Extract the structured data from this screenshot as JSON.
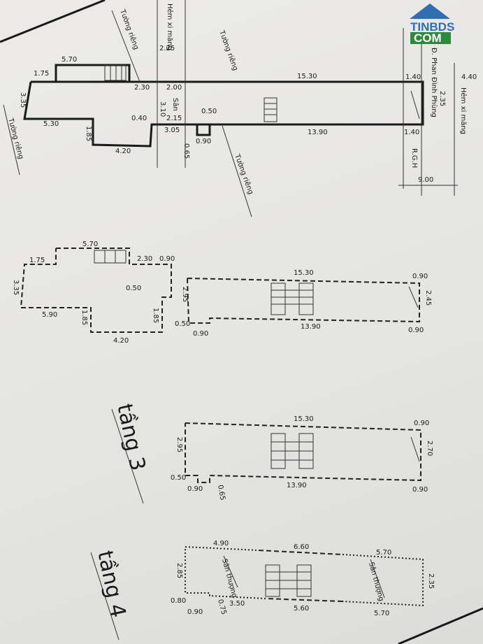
{
  "logo": {
    "line1": "TINBDS",
    "line2": "COM",
    "colors": {
      "house": "#2f6fb0",
      "tin": "#2f6fb0",
      "bds": "#2c8a3a",
      "com_bg": "#2c8a3a"
    }
  },
  "floor1": {
    "dims": [
      "5.70",
      "1.75",
      "3.35",
      "5.30",
      "1.85",
      "4.20",
      "2.30",
      "2.00",
      "3.10",
      "2.15",
      "3.05",
      "0.40",
      "0.90",
      "0.65",
      "0.50",
      "15.30",
      "13.90",
      "1.40",
      "1.40",
      "2.35",
      "4.40",
      "9.00",
      "2.25"
    ],
    "notes": {
      "wall_left": "Tường riêng",
      "wall_top1": "Tường riêng",
      "wall_top2": "Tường riêng",
      "wall_bottom": "Tường riêng",
      "alley_top": "Hẻm xi măng",
      "street": "Hẻm xi măng",
      "road": "Đ. Phan Đình Phùng",
      "yard": "Sân",
      "setback": "R.G.H"
    }
  },
  "floor2": {
    "dims": [
      "5.70",
      "1.75",
      "2.30",
      "0.90",
      "3.35",
      "5.90",
      "1.85",
      "1.85",
      "4.20",
      "0.50",
      "15.30",
      "0.90",
      "2.95",
      "2.45",
      "13.90",
      "0.90",
      "0.50",
      "0.90"
    ]
  },
  "floor3": {
    "title": "tầng 3",
    "dims": [
      "15.30",
      "0.90",
      "2.95",
      "2.70",
      "0.50",
      "0.90",
      "0.65",
      "13.90",
      "0.90"
    ]
  },
  "floor4": {
    "title": "tầng 4",
    "dims": [
      "4.90",
      "6.60",
      "5.70",
      "2.85",
      "2.35",
      "0.80",
      "0.90",
      "0.75",
      "3.50",
      "5.60",
      "5.70"
    ],
    "notes": {
      "garden1": "Sân thượng",
      "garden2": "Sân thượng"
    }
  }
}
